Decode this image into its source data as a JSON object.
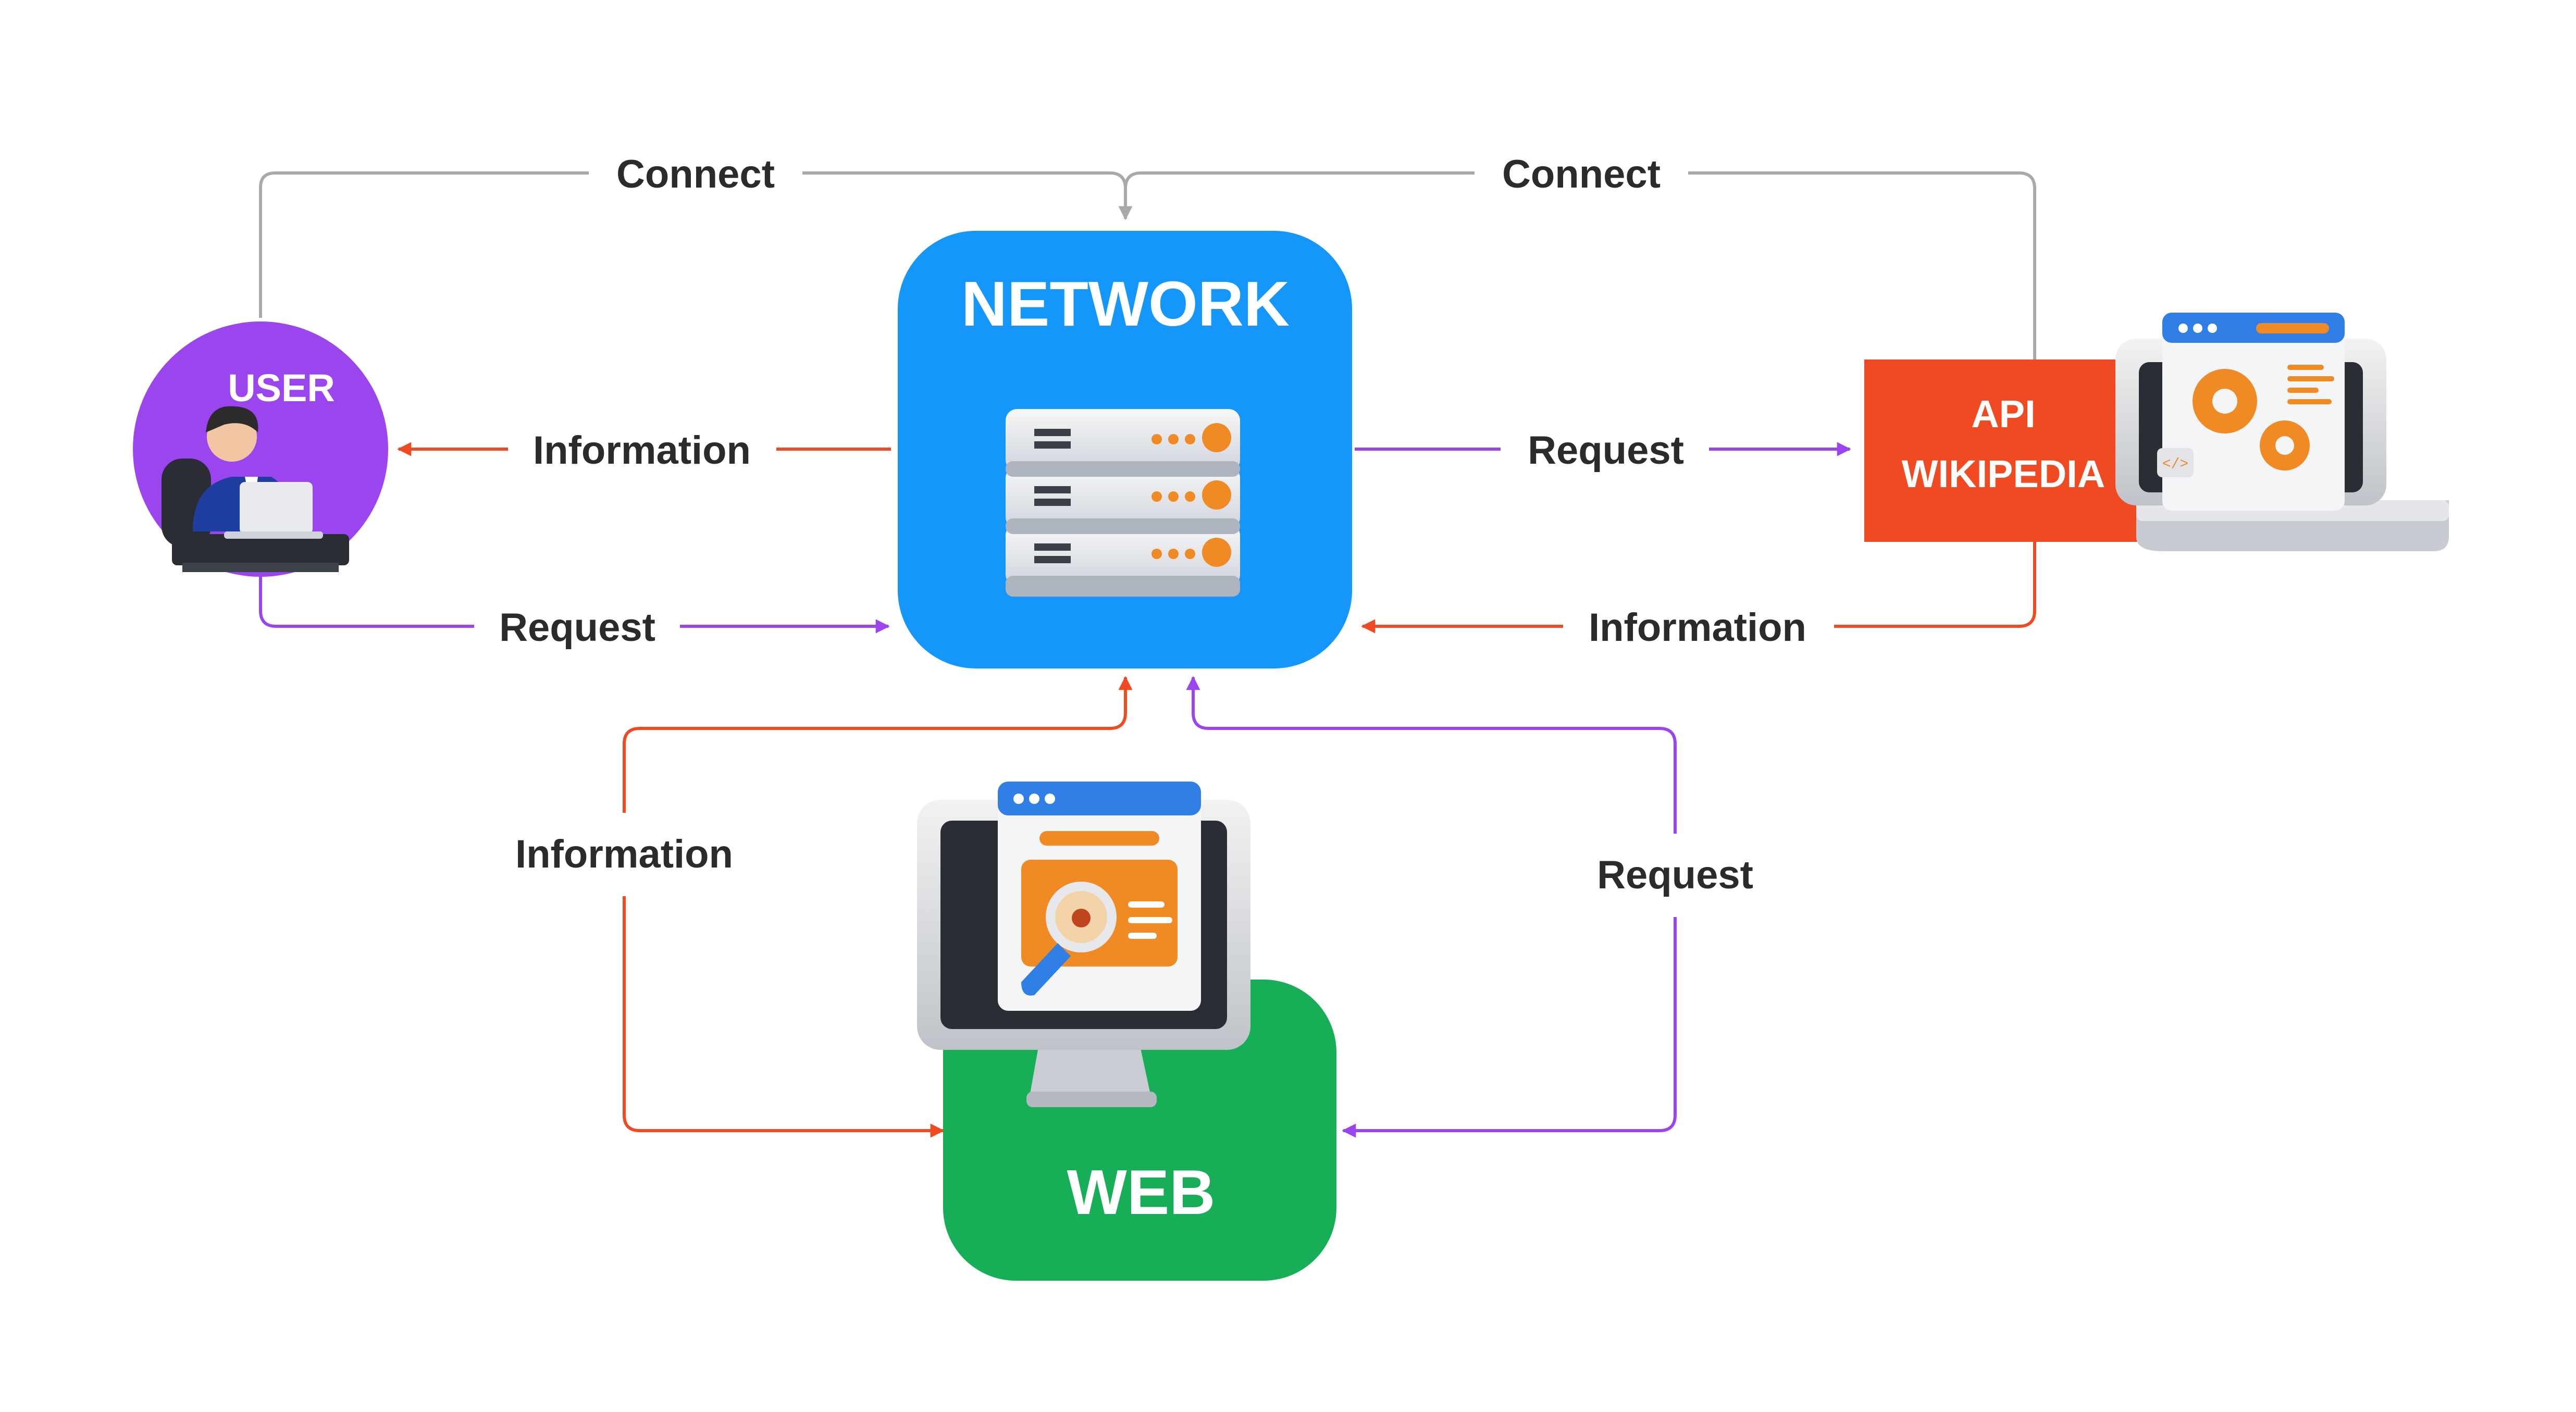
{
  "nodes": {
    "network": {
      "title": "NETWORK"
    },
    "user": {
      "title": "USER"
    },
    "api": {
      "line1": "API",
      "line2": "WIKIPEDIA"
    },
    "web": {
      "title": "WEB"
    }
  },
  "edges": {
    "user_connect": "Connect",
    "api_connect": "Connect",
    "network_to_user_info": "Information",
    "user_to_network_request": "Request",
    "network_to_api_request": "Request",
    "api_to_network_info": "Information",
    "web_network_info": "Information",
    "web_network_request": "Request"
  },
  "colors": {
    "network": "#1496fa",
    "user": "#9b45ee",
    "api": "#f04a23",
    "web": "#18ae58",
    "connect_line": "#a9a9a9",
    "request_line": "#9b45ee",
    "information_line": "#f04a23",
    "label_text": "#2b2b2b"
  },
  "icons": [
    "server-stack-icon",
    "user-at-laptop-icon",
    "settings-monitor-icon",
    "web-bug-search-icon"
  ]
}
